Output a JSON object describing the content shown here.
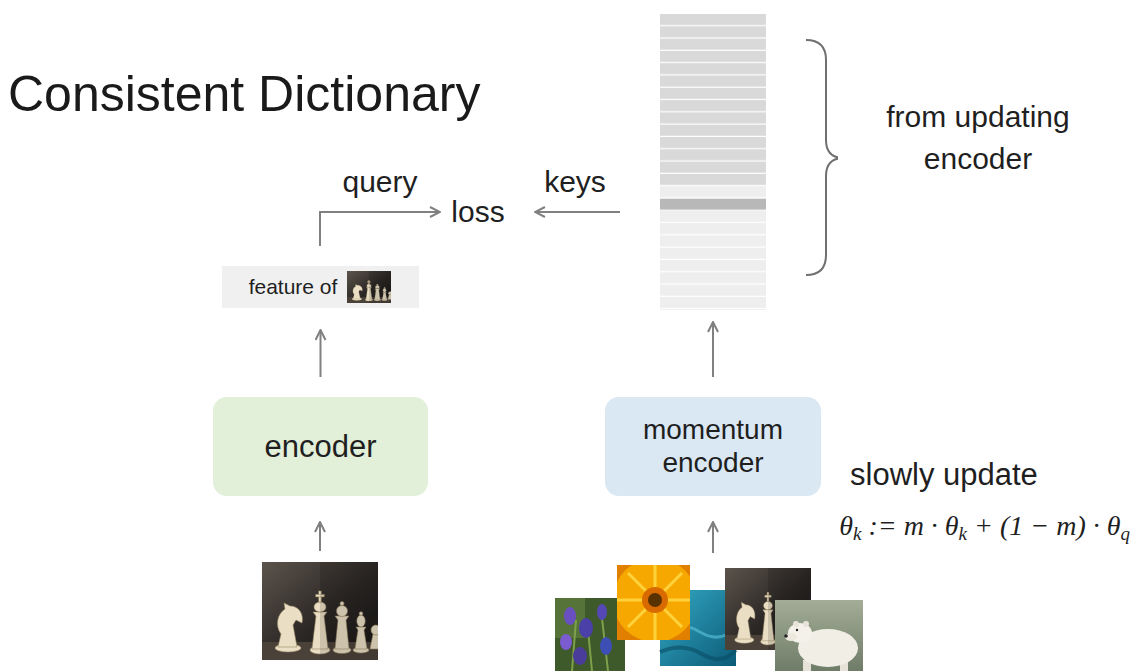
{
  "diagram": {
    "title": "Consistent Dictionary",
    "nodes": [
      {
        "text": [
          "loss"
        ]
      },
      {
        "text": [
          "feature of"
        ]
      },
      {
        "text": [
          "encoder"
        ]
      },
      {
        "text": [
          "momentum encoder"
        ]
      }
    ],
    "edges": [
      {
        "from": 1,
        "to": 0,
        "arrow": "to",
        "label": "query"
      },
      {
        "from": 2,
        "to": 1,
        "arrow": "to"
      }
    ],
    "labels": [
      "keys",
      "from updating encoder",
      "slowly update",
      "θk := m · θk + (1 − m) · θq"
    ]
  }
}
